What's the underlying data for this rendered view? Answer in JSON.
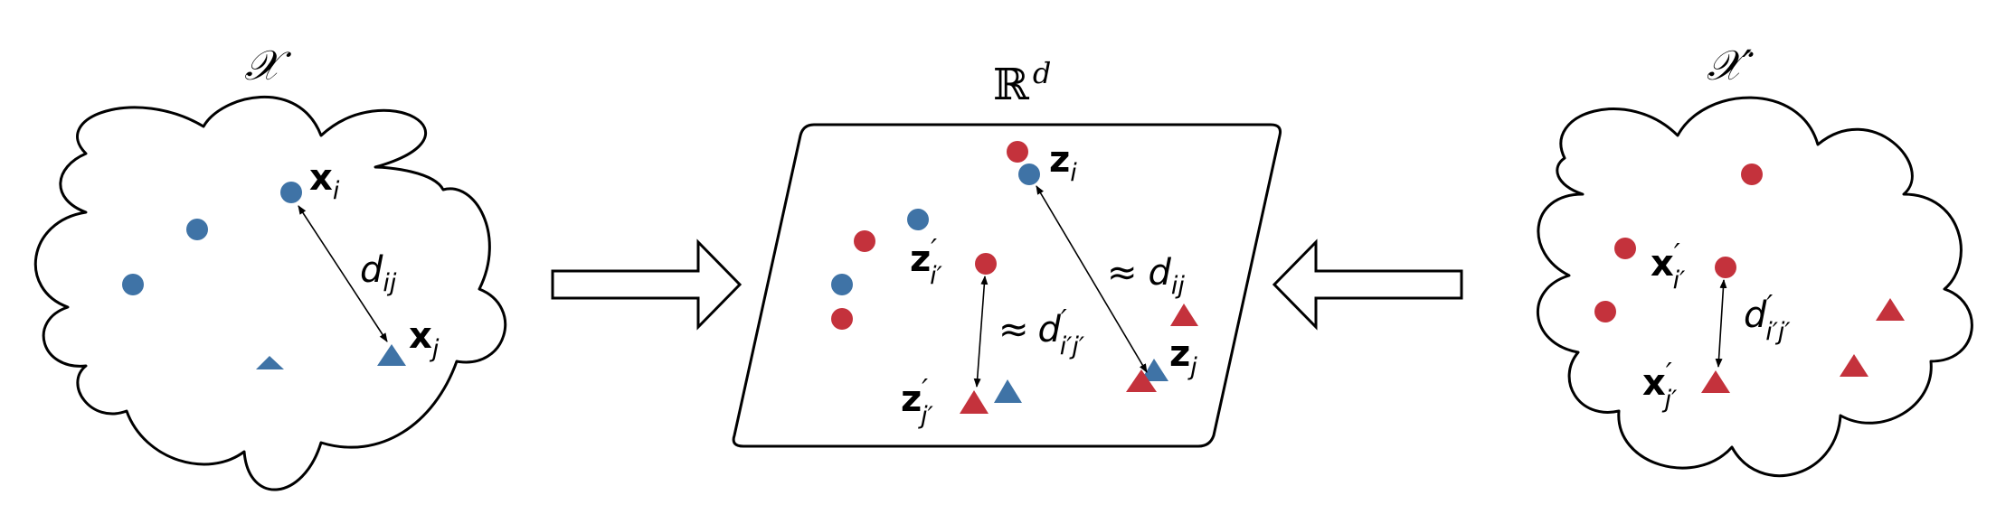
{
  "colors": {
    "blue": "#3f73a6",
    "red": "#c4323c",
    "outline": "#000000"
  },
  "spaces": {
    "left": {
      "title_script": "𝒳",
      "title_prime": "",
      "point_i": {
        "main": "x",
        "sub": "i"
      },
      "point_j": {
        "main": "x",
        "sub": "j"
      },
      "distance": {
        "main": "d",
        "sub": "ij"
      }
    },
    "middle": {
      "title_main": "ℝ",
      "title_sup": "d",
      "z_i": {
        "main": "z",
        "sub": "i"
      },
      "z_j": {
        "main": "z",
        "sub": "j"
      },
      "z_iprime": {
        "main": "z",
        "prime": "′",
        "sub": "i′"
      },
      "z_jprime": {
        "main": "z",
        "prime": "′",
        "sub": "j′"
      },
      "approx_symbol": "≈",
      "approx_d_left": {
        "main": "d",
        "prime": "′",
        "sub": "i′j′"
      },
      "approx_d_right": {
        "main": "d",
        "sub": "ij"
      }
    },
    "right": {
      "title_script": "𝒳",
      "title_prime": "′",
      "point_iprime": {
        "main": "x",
        "prime": "′",
        "sub": "i′"
      },
      "point_jprime": {
        "main": "x",
        "prime": "′",
        "sub": "j′"
      },
      "distance": {
        "main": "d",
        "prime": "′",
        "sub": "i′j′"
      }
    }
  }
}
